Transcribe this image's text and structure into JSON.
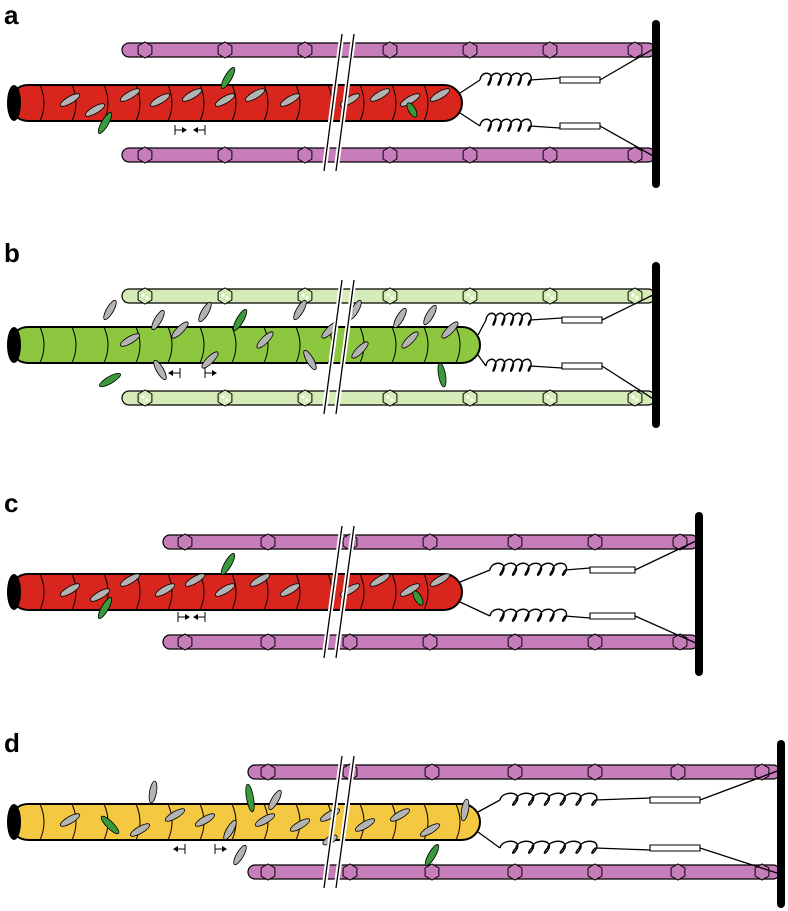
{
  "panels": [
    {
      "label": "a",
      "thick_fill": "#d8261f",
      "thin_fill": "#c87dbb",
      "thin_hex_fill": "#c87dbb",
      "thin_hex_mark": false
    },
    {
      "label": "b",
      "thick_fill": "#8dc63f",
      "thin_fill": "#d6ecb8",
      "thin_hex_fill": "#d6ecb8",
      "thin_hex_mark": true
    },
    {
      "label": "c",
      "thick_fill": "#d8261f",
      "thin_fill": "#c87dbb",
      "thin_hex_fill": "#c87dbb",
      "thin_hex_mark": false
    },
    {
      "label": "d",
      "thick_fill": "#f5c842",
      "thin_fill": "#c87dbb",
      "thin_hex_fill": "#c87dbb",
      "thin_hex_mark": false
    }
  ],
  "colors": {
    "myosin_head_grey": "#b3b3b3",
    "myosin_head_green": "#3a9a3a",
    "outline": "#000000",
    "zdisk": "#000000"
  }
}
